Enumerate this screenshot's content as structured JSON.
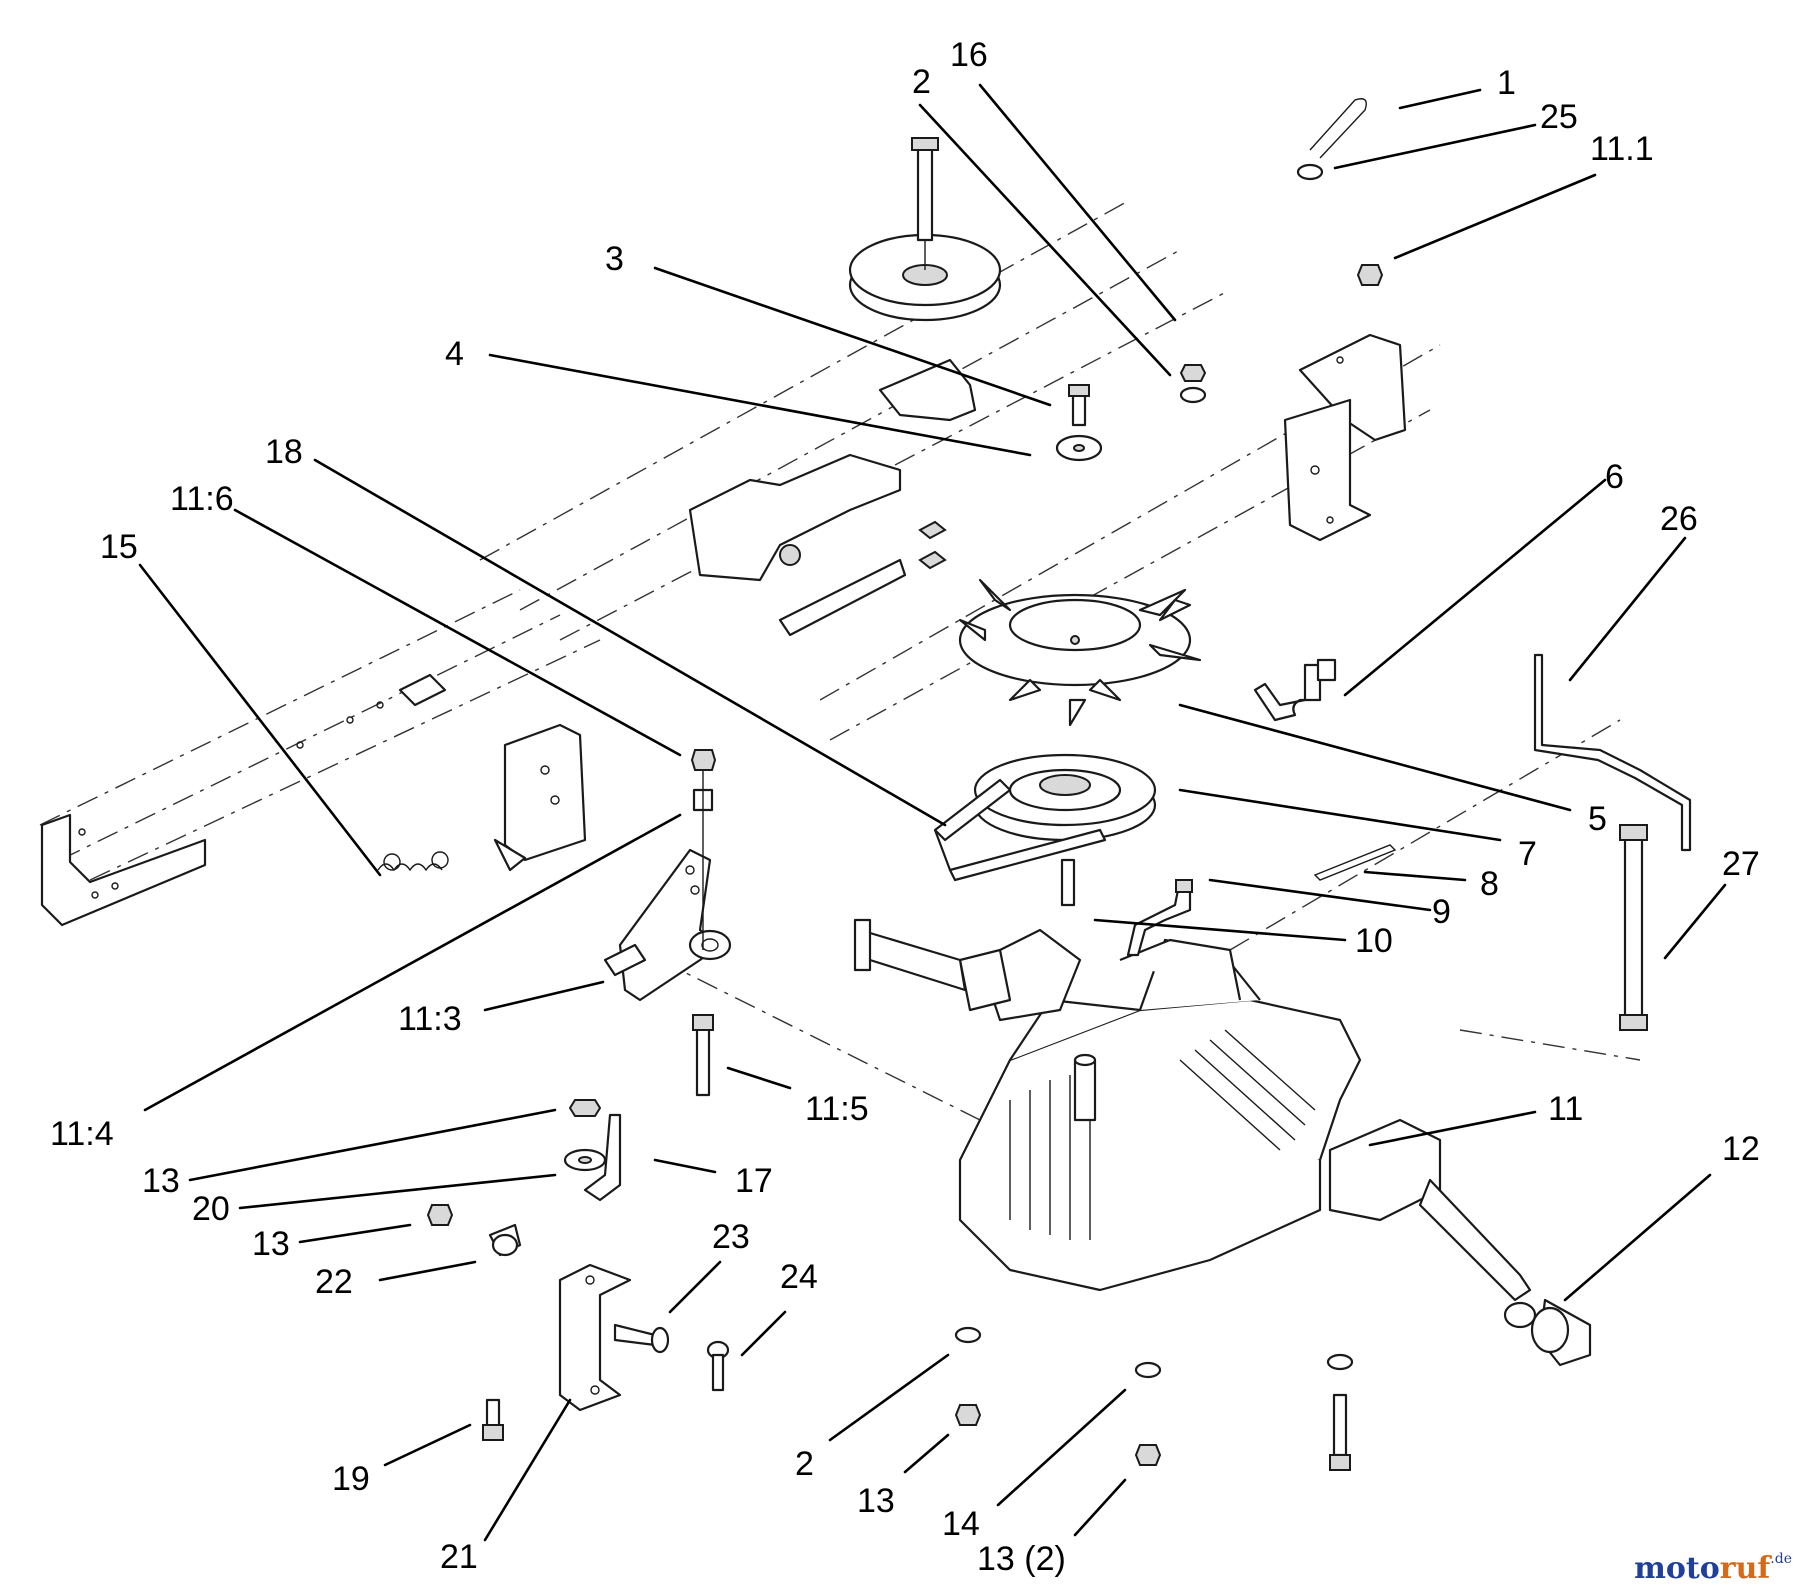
{
  "callouts": [
    {
      "id": "c1",
      "text": "1"
    },
    {
      "id": "c25",
      "text": "25"
    },
    {
      "id": "c11_1",
      "text": "11.1"
    },
    {
      "id": "c16",
      "text": "16"
    },
    {
      "id": "c2a",
      "text": "2"
    },
    {
      "id": "c3",
      "text": "3"
    },
    {
      "id": "c4",
      "text": "4"
    },
    {
      "id": "c18",
      "text": "18"
    },
    {
      "id": "c11_6",
      "text": "11:6"
    },
    {
      "id": "c15",
      "text": "15"
    },
    {
      "id": "c6",
      "text": "6"
    },
    {
      "id": "c26",
      "text": "26"
    },
    {
      "id": "c5",
      "text": "5"
    },
    {
      "id": "c7",
      "text": "7"
    },
    {
      "id": "c8",
      "text": "8"
    },
    {
      "id": "c9",
      "text": "9"
    },
    {
      "id": "c10",
      "text": "10"
    },
    {
      "id": "c27",
      "text": "27"
    },
    {
      "id": "c11_3",
      "text": "11:3"
    },
    {
      "id": "c11_4",
      "text": "11:4"
    },
    {
      "id": "c11_5",
      "text": "11:5"
    },
    {
      "id": "c11",
      "text": "11"
    },
    {
      "id": "c12",
      "text": "12"
    },
    {
      "id": "c13a",
      "text": "13"
    },
    {
      "id": "c17",
      "text": "17"
    },
    {
      "id": "c20",
      "text": "20"
    },
    {
      "id": "c13b",
      "text": "13"
    },
    {
      "id": "c23",
      "text": "23"
    },
    {
      "id": "c22",
      "text": "22"
    },
    {
      "id": "c24",
      "text": "24"
    },
    {
      "id": "c19",
      "text": "19"
    },
    {
      "id": "c21",
      "text": "21"
    },
    {
      "id": "c2b",
      "text": "2"
    },
    {
      "id": "c13c",
      "text": "13"
    },
    {
      "id": "c14",
      "text": "14"
    },
    {
      "id": "c13d",
      "text": "13 (2)"
    }
  ],
  "watermark": {
    "part_a": "moto",
    "part_b": "ruf",
    "suffix": ".de"
  }
}
